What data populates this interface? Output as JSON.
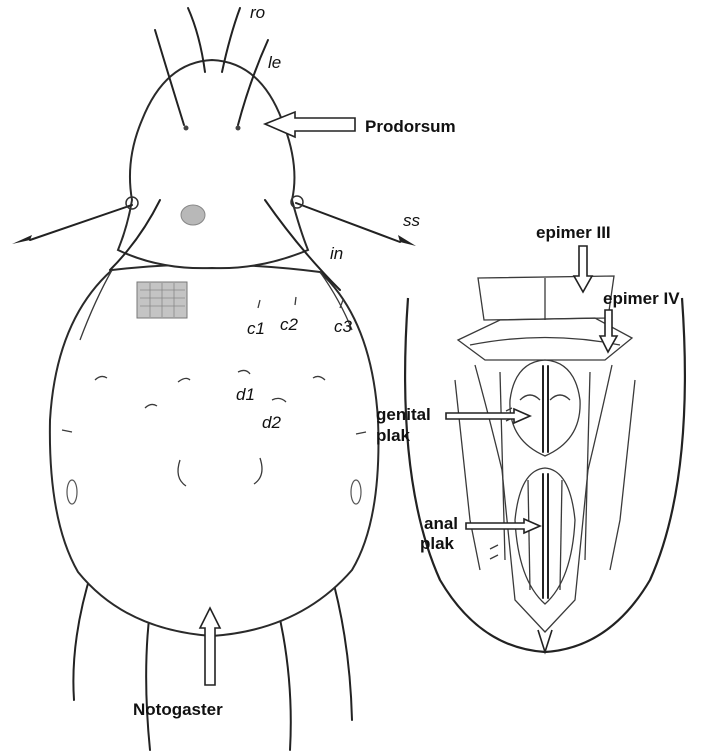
{
  "dorsal_view": {
    "seta_labels": {
      "ro": "ro",
      "le": "le",
      "ss": "ss",
      "in": "in",
      "c1": "c1",
      "c2": "c2",
      "c3": "c3",
      "d1": "d1",
      "d2": "d2"
    },
    "region_labels": {
      "prodorsum": "Prodorsum",
      "notogaster": "Notogaster"
    }
  },
  "ventral_view": {
    "labels": {
      "epimer_iii": "epimer III",
      "epimer_iv": "epimer IV",
      "genital_plak_line1": "genital",
      "genital_plak_line2": "plak",
      "anal_plak_line1": "anal",
      "anal_plak_line2": "plak"
    }
  }
}
